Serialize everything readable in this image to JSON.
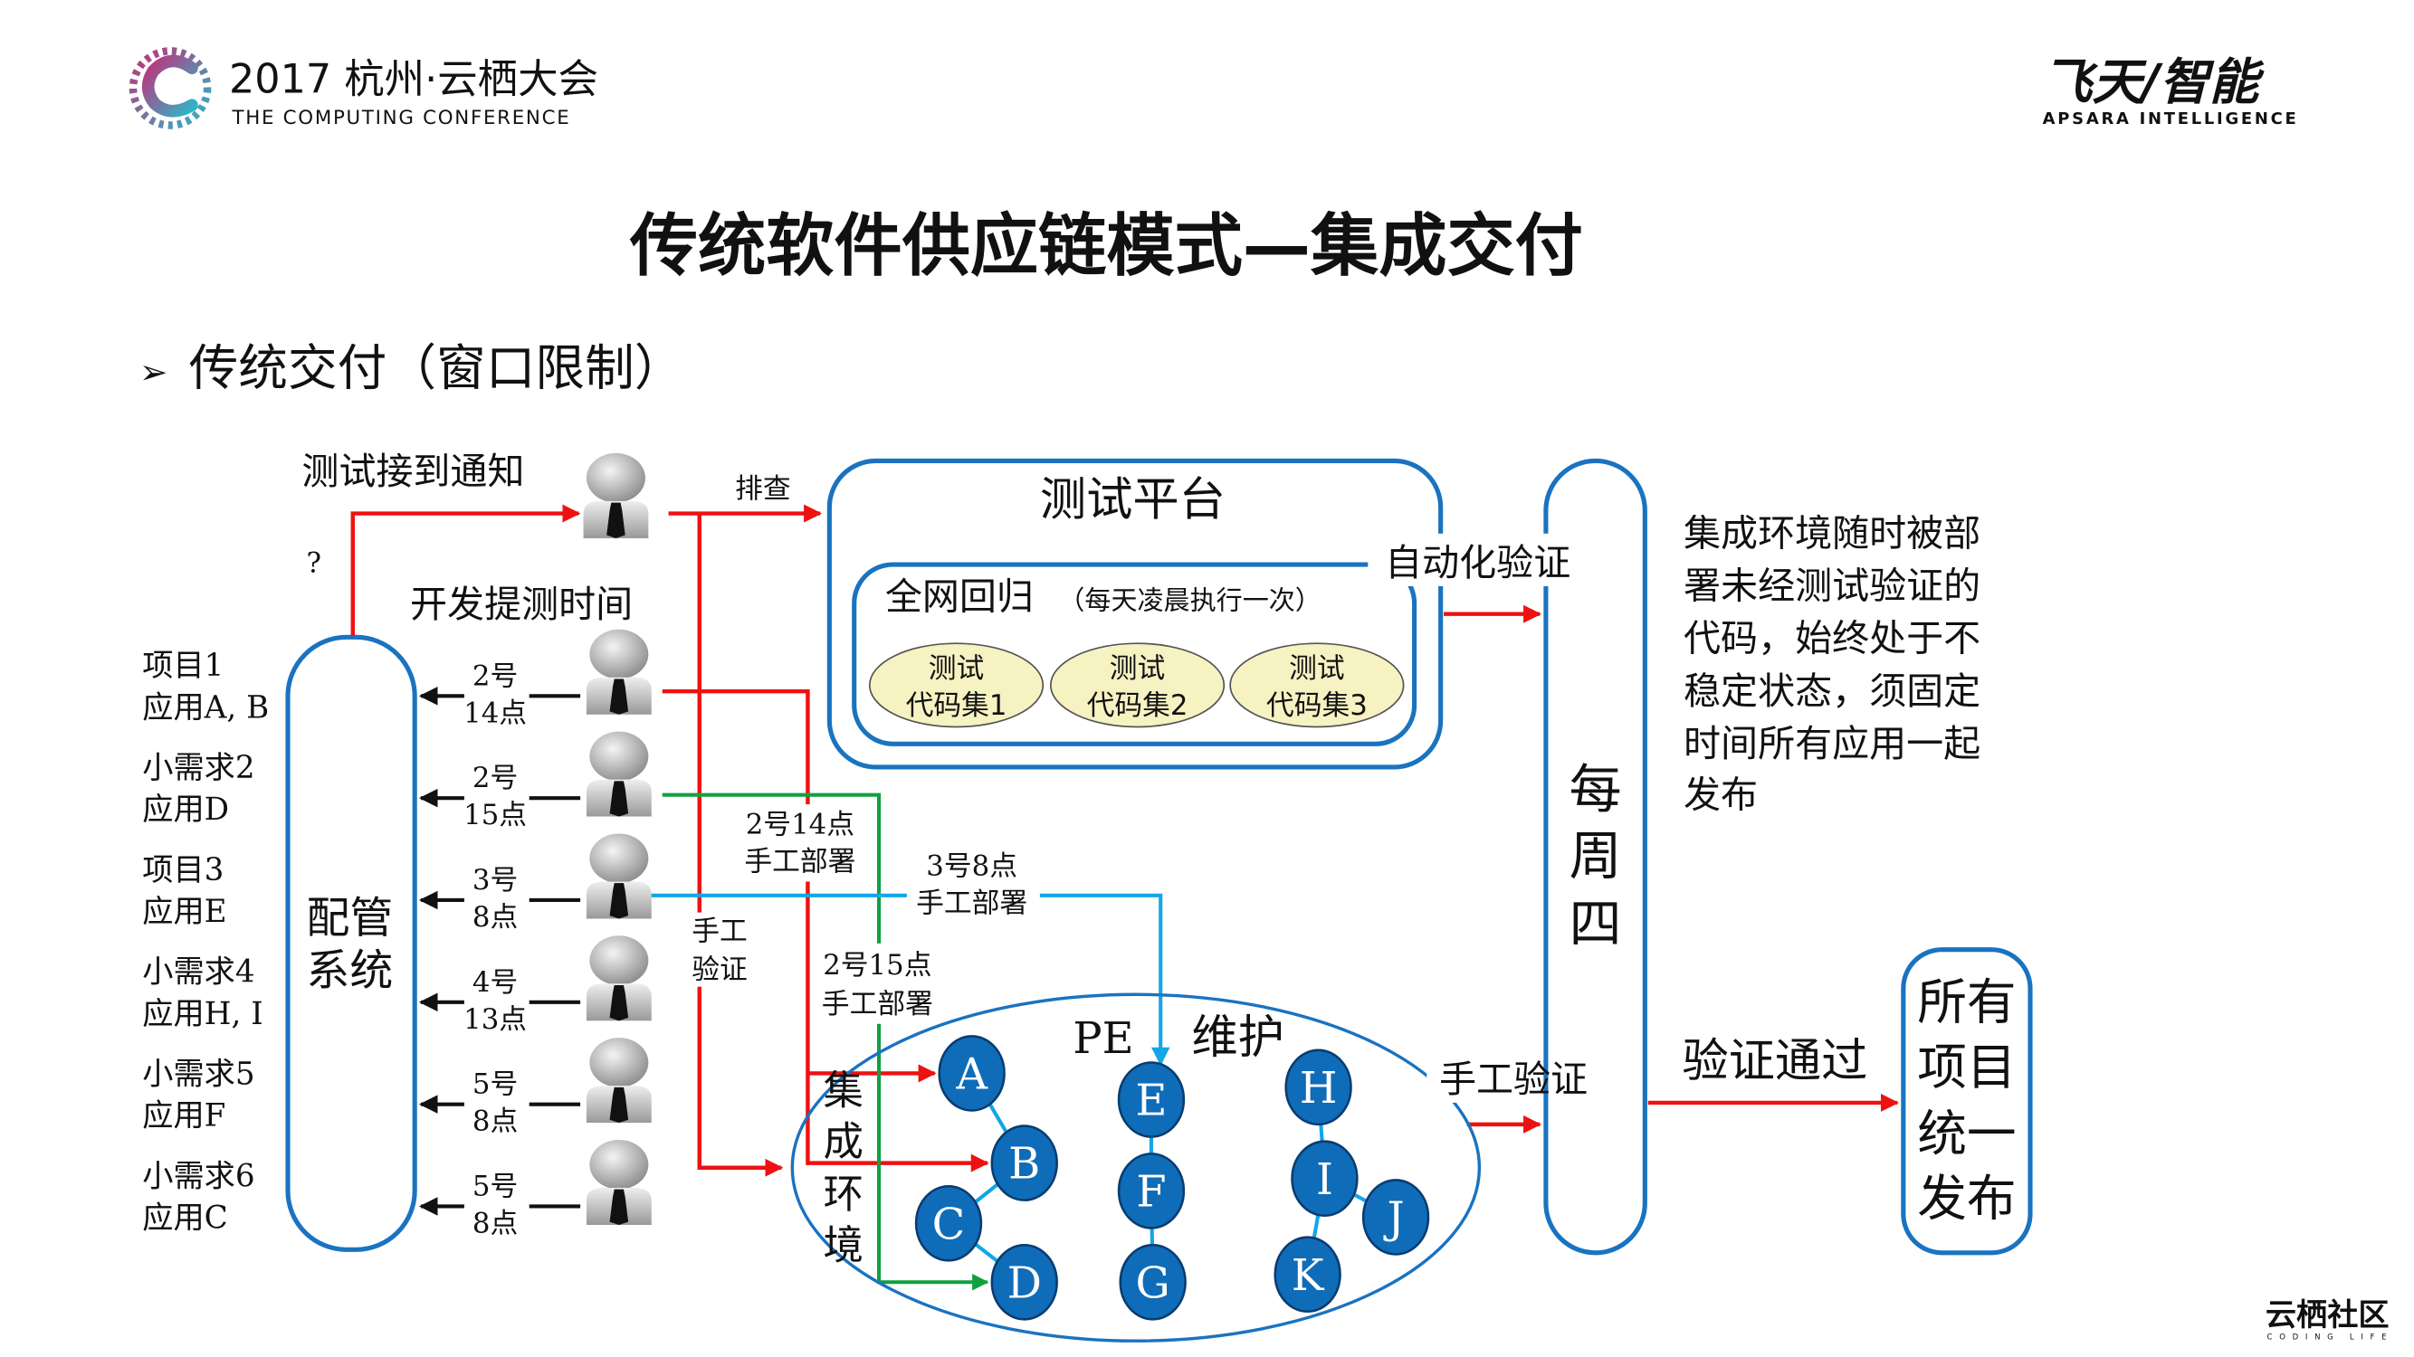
{
  "header": {
    "conference_title": "2017 杭州·云栖大会",
    "conference_subtitle": "THE COMPUTING CONFERENCE",
    "brand_logo_cn": "飞天/智能",
    "brand_logo_en": "APSARA INTELLIGENCE"
  },
  "slide": {
    "title": "传统软件供应链模式—集成交付",
    "bullet": "传统交付（窗口限制）"
  },
  "diagram": {
    "test_notified": "测试接到通知",
    "question_mark": "?",
    "dev_submit_time": "开发提测时间",
    "investigate": "排查",
    "config_system": [
      "配管",
      "系统"
    ],
    "projects": [
      {
        "line1": "项目1",
        "line2": "应用A, B",
        "date": "2号",
        "time": "14点"
      },
      {
        "line1": "小需求2",
        "line2": "应用D",
        "date": "2号",
        "time": "15点"
      },
      {
        "line1": "项目3",
        "line2": "应用E",
        "date": "3号",
        "time": "8点"
      },
      {
        "line1": "小需求4",
        "line2": "应用H, I",
        "date": "4号",
        "time": "13点"
      },
      {
        "line1": "小需求5",
        "line2": "应用F",
        "date": "5号",
        "time": "8点"
      },
      {
        "line1": "小需求6",
        "line2": "应用C",
        "date": "5号",
        "time": "8点"
      }
    ],
    "deploy_labels": {
      "d1": [
        "2号14点",
        "手工部署"
      ],
      "d2": [
        "3号8点",
        "手工部署"
      ],
      "d3": [
        "2号15点",
        "手工部署"
      ],
      "manual_verify": [
        "手工",
        "验证"
      ]
    },
    "test_platform": {
      "title": "测试平台",
      "regression": "全网回归",
      "regression_note": "（每天凌晨执行一次）",
      "suites": [
        [
          "测试",
          "代码集1"
        ],
        [
          "测试",
          "代码集2"
        ],
        [
          "测试",
          "代码集3"
        ]
      ]
    },
    "auto_verify": "自动化验证",
    "weekly": [
      "每",
      "周",
      "四"
    ],
    "integration_env": [
      "集",
      "成",
      "环",
      "境"
    ],
    "pe": "PE",
    "maintain": "维护",
    "nodes": [
      "A",
      "B",
      "C",
      "D",
      "E",
      "F",
      "G",
      "H",
      "I",
      "J",
      "K"
    ],
    "manual_verify_right": "手工验证",
    "verify_passed": "验证通过",
    "release_all": [
      "所有",
      "项目",
      "统一",
      "发布"
    ],
    "note_lines": [
      "集成环境随时被部",
      "署未经测试验证的",
      "代码，始终处于不",
      "稳定状态，须固定",
      "时间所有应用一起",
      "发布"
    ]
  },
  "footer": {
    "community_logo": "云栖社区",
    "community_tagline": "CODING LIFE"
  },
  "colors": {
    "box_stroke": "#1a73c0",
    "red_flow": "#ee1111",
    "green_flow": "#11a040",
    "blue_flow": "#12a6e6",
    "node_fill": "#0f6cb8",
    "suite_fill": "#f7f2c2"
  }
}
